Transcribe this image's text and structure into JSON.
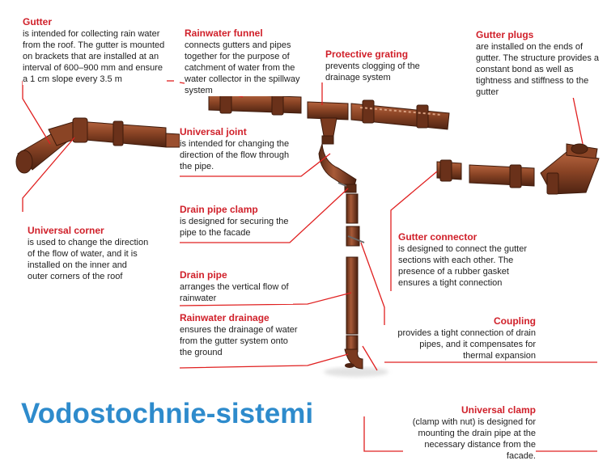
{
  "brand": "Vodostochnie-sistemi",
  "colors": {
    "title": "#d0202a",
    "text": "#1e1e1e",
    "brand": "#2e8bcc",
    "pipe": "#7a3a1f",
    "pipe_light": "#a8573a",
    "leader": "#e02020"
  },
  "callouts": {
    "gutter": {
      "title": "Gutter",
      "desc": "is intended for collecting rain water from the roof. The gutter is mounted on brackets that are installed at an interval of 600–900 mm and ensure a 1 cm slope every 3.5 m"
    },
    "funnel": {
      "title": "Rainwater funnel",
      "desc": "connects gutters and pipes together for the purpose of catchment of water from the water collector in the spillway system"
    },
    "grating": {
      "title": "Protective grating",
      "desc": "prevents clogging of the drainage system"
    },
    "plugs": {
      "title": "Gutter plugs",
      "desc": "are installed on the ends of gutter. The structure provides a constant bond as well as tightness and stiffness to the gutter"
    },
    "joint": {
      "title": "Universal joint",
      "desc": "is intended for changing the direction of the flow through the pipe."
    },
    "corner": {
      "title": "Universal corner",
      "desc": "is used to change the direction of the flow of water, and it is installed on the inner and outer corners of the roof"
    },
    "clamp": {
      "title": "Drain pipe clamp",
      "desc": "is designed for securing the pipe to the facade"
    },
    "connector": {
      "title": "Gutter connector",
      "desc": "is designed to connect the gutter sections with each other. The presence of a rubber gasket ensures a tight connection"
    },
    "pipe": {
      "title": "Drain pipe",
      "desc": "arranges the vertical flow of rainwater"
    },
    "drainage": {
      "title": "Rainwater drainage",
      "desc": "ensures the drainage of water from the gutter system onto the ground"
    },
    "coupling": {
      "title": "Coupling",
      "desc": "provides a tight connection of drain pipes, and it compensates for thermal expansion"
    },
    "uclamp": {
      "title": "Universal clamp",
      "desc": "(clamp with nut) is designed for mounting the drain pipe at the necessary distance from the facade."
    }
  }
}
